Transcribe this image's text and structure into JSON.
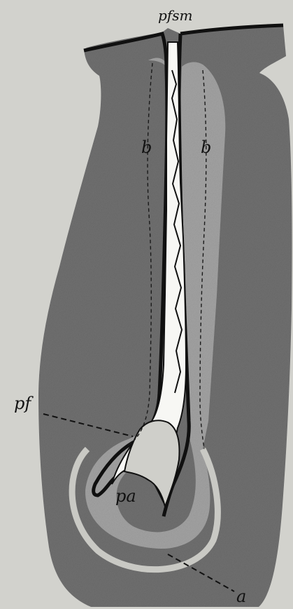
{
  "labels": {
    "top": "pfsm",
    "left_b": "b",
    "right_b": "b",
    "pf": "pf",
    "pa": "pa",
    "a": "a"
  },
  "colors": {
    "background": "#d2d2cd",
    "outer_tissue": "#707070",
    "inner_layer": "#a3a3a3",
    "lumen": "#f7f7f4",
    "outline": "#101010"
  }
}
